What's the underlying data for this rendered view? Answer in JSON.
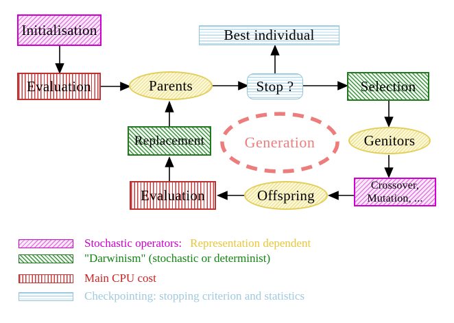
{
  "diagram": {
    "title_semantics": "evolutionary algorithm generation loop",
    "nodes": {
      "initialisation": "Initialisation",
      "evaluation_top": "Evaluation",
      "parents": "Parents",
      "best_individual": "Best individual",
      "stop": "Stop ?",
      "selection": "Selection",
      "replacement": "Replacement",
      "generation": "Generation",
      "genitors": "Genitors",
      "crossover_line1": "Crossover,",
      "crossover_line2": "Mutation, ...",
      "offspring": "Offspring",
      "evaluation_bottom": "Evaluation"
    },
    "legend": {
      "items": [
        {
          "swatch": "magenta-diagonal-hatch",
          "label": "Stochastic operators:",
          "label_color": "#cc00cc",
          "label_secondary": "Representation dependent",
          "secondary_color": "#e9c63a"
        },
        {
          "swatch": "green-diagonal-hatch",
          "label": "\"Darwinism\" (stochastic or determinist)",
          "label_color": "#128412"
        },
        {
          "swatch": "red-vertical-stripes",
          "label": "Main CPU cost",
          "label_color": "#cc2222"
        },
        {
          "swatch": "cyan-horizontal-stripes",
          "label": "Checkpointing: stopping criterion and statistics",
          "label_color": "#9fcadf"
        }
      ]
    },
    "colors": {
      "magenta_border": "#cf00cf",
      "red_border": "#bf3030",
      "green_border": "#217821",
      "cyan_border": "#94c4da",
      "yellow_border": "#e2ce58",
      "generation_salmon": "#ed7c7c",
      "arrow": "#000000",
      "background": "#ffffff"
    }
  }
}
